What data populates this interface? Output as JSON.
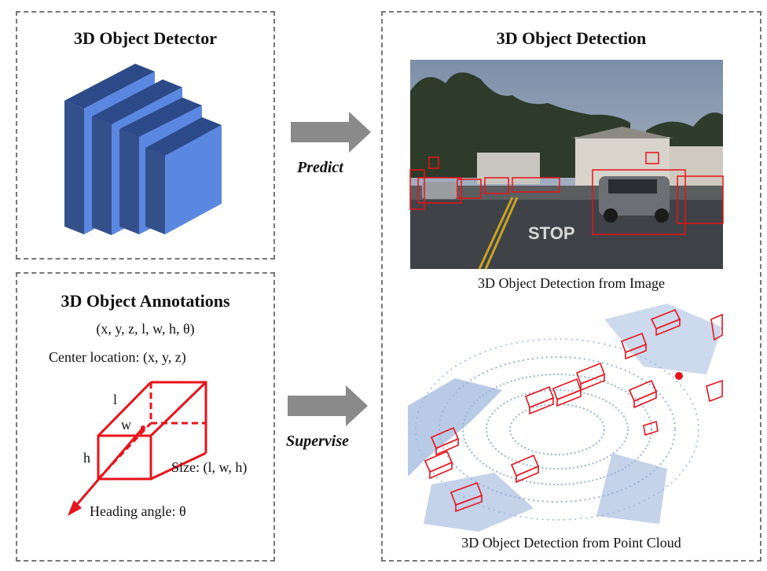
{
  "detector_panel": {
    "title": "3D Object Detector"
  },
  "annotation_panel": {
    "title": "3D Object Annotations",
    "tuple": "(x, y, z, l, w, h, θ)",
    "center": "Center location: (x, y, z)",
    "label_l": "l",
    "label_w": "w",
    "label_h": "h",
    "size": "Size: (l, w, h)",
    "heading": "Heading angle: θ"
  },
  "arrows": {
    "predict": "Predict",
    "supervise": "Supervise"
  },
  "detection_panel": {
    "title": "3D Object Detection",
    "image_caption": "3D Object Detection from Image",
    "pointcloud_caption": "3D Object Detection from Point Cloud",
    "stop_text": "STOP"
  },
  "colors": {
    "box_red": "#e8131a",
    "layer_blue": "#5b87e0",
    "arrow_gray": "#8a8a8a",
    "point_blue": "#8aa6d6"
  }
}
